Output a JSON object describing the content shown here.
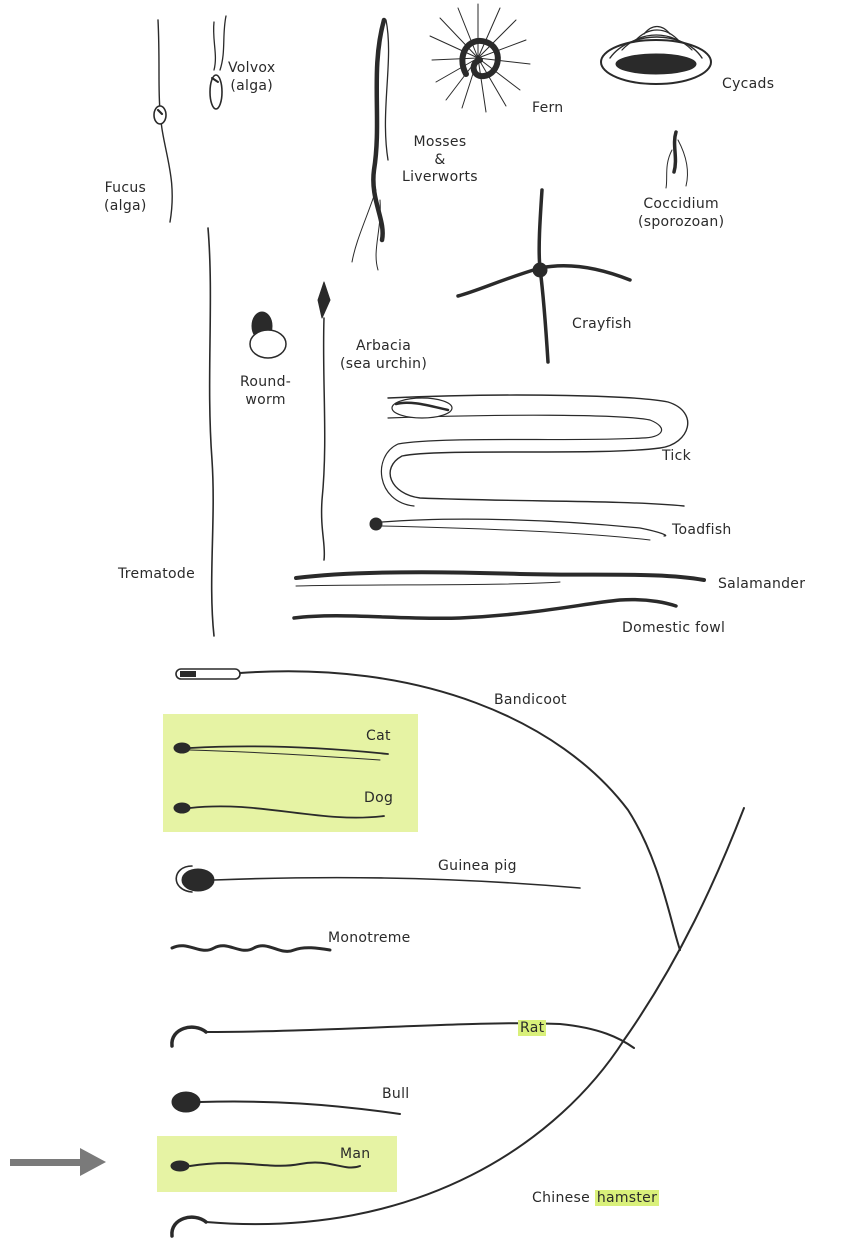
{
  "labels": {
    "volvox_1": "Volvox",
    "volvox_2": "(alga)",
    "fern": "Fern",
    "cycads": "Cycads",
    "fucus_1": "Fucus",
    "fucus_2": "(alga)",
    "mosses_1": "Mosses",
    "mosses_2": "&",
    "mosses_3": "Liverworts",
    "coccidium_1": "Coccidium",
    "coccidium_2": "(sporozoan)",
    "crayfish": "Crayfish",
    "roundworm_1": "Round-",
    "roundworm_2": "worm",
    "arbacia_1": "Arbacia",
    "arbacia_2": "(sea urchin)",
    "tick": "Tick",
    "toadfish": "Toadfish",
    "trematode": "Trematode",
    "salamander": "Salamander",
    "domestic_fowl": "Domestic fowl",
    "bandicoot": "Bandicoot",
    "cat": "Cat",
    "dog": "Dog",
    "guinea_pig": "Guinea pig",
    "monotreme": "Monotreme",
    "rat": "Rat",
    "bull": "Bull",
    "man": "Man",
    "chinese": "Chinese",
    "hamster": "hamster"
  },
  "colors": {
    "highlight_box": "#e6f3a4",
    "highlight_text": "#d9f07a",
    "ink": "#2a2a2a",
    "arrow": "#7a7a7a"
  },
  "icons": {
    "pointer": "right-arrow-icon"
  }
}
